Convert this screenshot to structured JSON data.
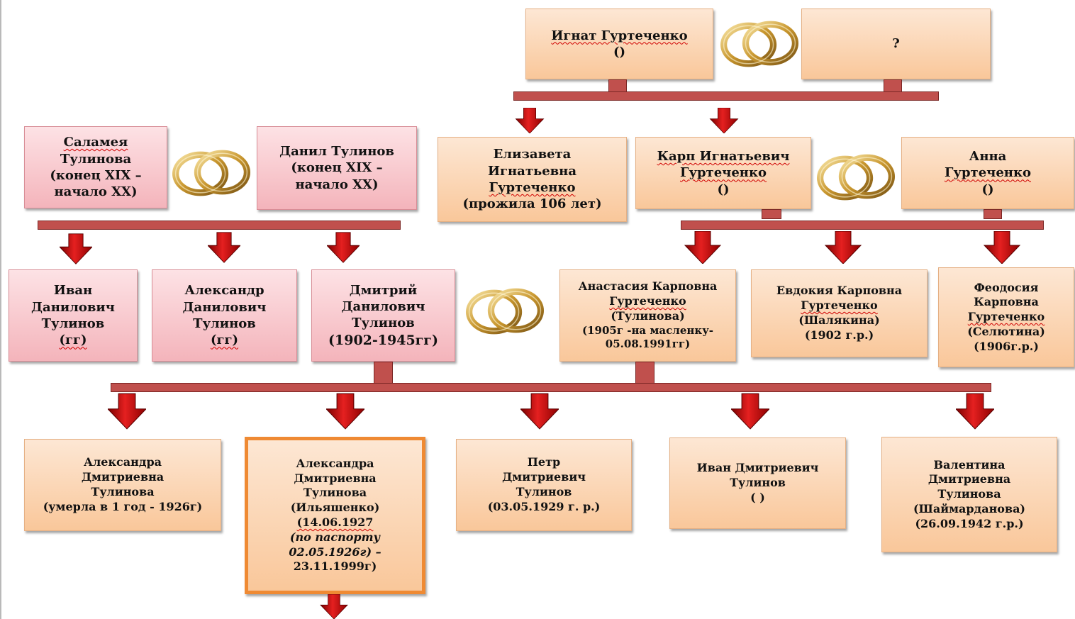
{
  "persons": {
    "ignat": {
      "name": "Игнат Гуртеченко",
      "dates": "()"
    },
    "unknown_wife": {
      "name": "?"
    },
    "salameya": {
      "l1": "Саламея",
      "l2": "Тулинова",
      "l3": "(конец XIX –",
      "l4": "начало XX)"
    },
    "danil": {
      "l1": "Данил Тулинов",
      "l2": "(конец XIX –",
      "l3": "начало XX)"
    },
    "elizaveta": {
      "l1": "Елизавета",
      "l2": "Игнатьевна",
      "l3": "Гуртеченко",
      "l4": "(прожила 106 лет)"
    },
    "karp": {
      "l1": "Карп Игнатьевич",
      "l2": "Гуртеченко",
      "l3": "()"
    },
    "anna": {
      "l1": "Анна",
      "l2": "Гуртеченко",
      "l3": "()"
    },
    "ivan_d": {
      "l1": "Иван",
      "l2": "Данилович",
      "l3": "Тулинов",
      "l4": "(гг)"
    },
    "alexandr_d": {
      "l1": "Александр",
      "l2": "Данилович",
      "l3": "Тулинов",
      "l4": "(гг)"
    },
    "dmitriy": {
      "l1": "Дмитрий",
      "l2": "Данилович",
      "l3": "Тулинов",
      "l4": "(1902-1945гг)"
    },
    "anastasia": {
      "l1": "Анастасия Карповна",
      "l2": "Гуртеченко",
      "l3": "(Тулинова)",
      "l4": "(1905г -на масленку-",
      "l5": "05.08.1991гг)"
    },
    "evdokia": {
      "l1": "Евдокия Карповна",
      "l2": "Гуртеченко",
      "l3": "(Шалякина)",
      "l4": "(1902 г.р.)"
    },
    "feodosia": {
      "l1": "Феодосия",
      "l2": "Карповна",
      "l3": "Гуртеченко",
      "l4": "(Селютина)",
      "l5": "(1906г.р.)"
    },
    "alexandra1": {
      "l1": "Александра",
      "l2": "Дмитриевна",
      "l3": "Тулинова",
      "l4": "(умерла в 1 год  - 1926г)"
    },
    "alexandra2": {
      "l1": "Александра",
      "l2": "Дмитриевна",
      "l3": "Тулинова",
      "l4": "(Ильяшенко)",
      "l5": "(14.06.1927",
      "l6": "(по паспорту",
      "l7": "02.05.1926г) –",
      "l8": "23.11.1999г)"
    },
    "petr": {
      "l1": "Петр",
      "l2": "Дмитриевич",
      "l3": "Тулинов",
      "l4": "(03.05.1929 г. р.)"
    },
    "ivan_dm": {
      "l1": "Иван Дмитриевич",
      "l2": "Тулинов",
      "l3": "( )"
    },
    "valentina": {
      "l1": "Валентина",
      "l2": "Дмитриевна",
      "l3": "Тулинова",
      "l4": "(Шаймарданова)",
      "l5": "(26.09.1942 г.р.)"
    }
  },
  "icons": {
    "marriage": "wedding-rings-icon",
    "descent": "down-arrow-icon"
  },
  "colors": {
    "pink_box": "#f4b4bb",
    "peach_box": "#f9c79a",
    "bar": "#c0504d",
    "arrow": "#c00000",
    "selected_border": "#ef8a33"
  }
}
